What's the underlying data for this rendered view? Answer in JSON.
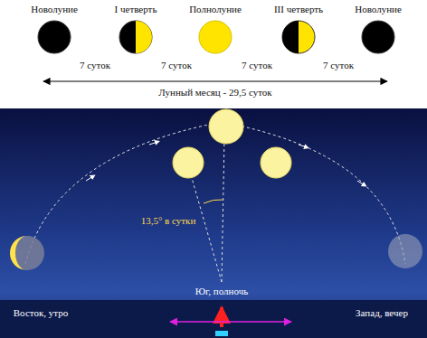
{
  "diagram": {
    "nodes": [
      {
        "text": [
          "Новолуние"
        ]
      },
      {
        "text": [
          "I четверть"
        ]
      },
      {
        "text": [
          "Полнолуние"
        ]
      },
      {
        "text": [
          "III четверть"
        ]
      },
      {
        "text": [
          "Новолуние"
        ]
      }
    ],
    "labels": [
      "7 суток",
      "7 суток",
      "7 суток",
      "7 суток",
      "Лунный месяц - 29,5 суток",
      "13,5° в сутки",
      "Юг, полночь",
      "Восток, утро",
      "Запад, вечер"
    ]
  }
}
